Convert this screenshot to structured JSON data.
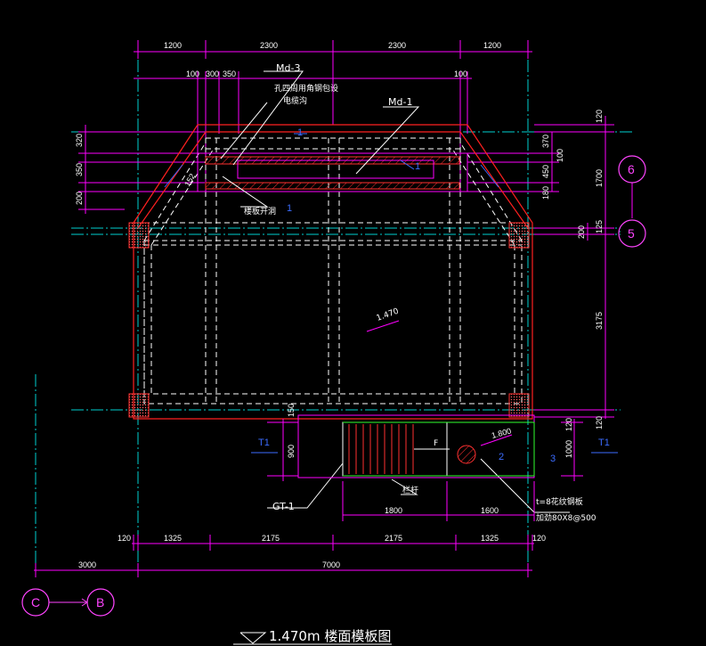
{
  "colors": {
    "background": "#000000",
    "dimension": "#ff00ff",
    "axis": "#00d0d0",
    "wall": "#ff2020",
    "hidden": "#ffffff",
    "text": "#ffffff",
    "note": "#3b6cff",
    "stair": "#ff3030",
    "green": "#30ff30"
  },
  "top_dims": [
    "1200",
    "2300",
    "2300",
    "1200"
  ],
  "small_dims": {
    "d100_left": "100",
    "d300": "300",
    "d350": "350",
    "d100_right": "100"
  },
  "left_dims": {
    "d320": "320",
    "d350": "350",
    "d200": "200",
    "d152": "152"
  },
  "right_dims": {
    "d120_top": "120",
    "d1700": "1700",
    "d200": "200",
    "d125": "125",
    "d3175": "3175",
    "d120_bot": "120",
    "d370": "370",
    "d100": "100",
    "d450": "450",
    "d180": "180"
  },
  "bottom_dims": [
    "120",
    "1325",
    "2175",
    "2175",
    "1325",
    "120"
  ],
  "total_dims": {
    "d3000": "3000",
    "d7000": "7000"
  },
  "stair_dims": {
    "d1800": "1800",
    "d1600": "1600",
    "d900": "900",
    "d1000": "1000",
    "d120": "120",
    "d150": "150"
  },
  "labels": {
    "md3": "Md-3",
    "md1": "Md-1",
    "note_line1": "孔四周用角钢包设",
    "note_line2": "电缆沟",
    "hole_note": "楼板开洞",
    "slope_note": "1.470",
    "stair_level": "1.800",
    "gt1": "GT-1",
    "stair_note": "栏杆",
    "plate_note_1": "t=8花纹钢板",
    "plate_note_2": "加劲80X8@500",
    "t1_left": "T1",
    "t1_right": "T1",
    "num1": "1",
    "num1b": "1",
    "num1c": "1",
    "num2": "2",
    "num3": "3",
    "slope_mark": "F",
    "title": "1.470m 楼面模板图"
  },
  "axes": {
    "a6": "6",
    "a5": "5",
    "c": "C",
    "b": "B"
  }
}
